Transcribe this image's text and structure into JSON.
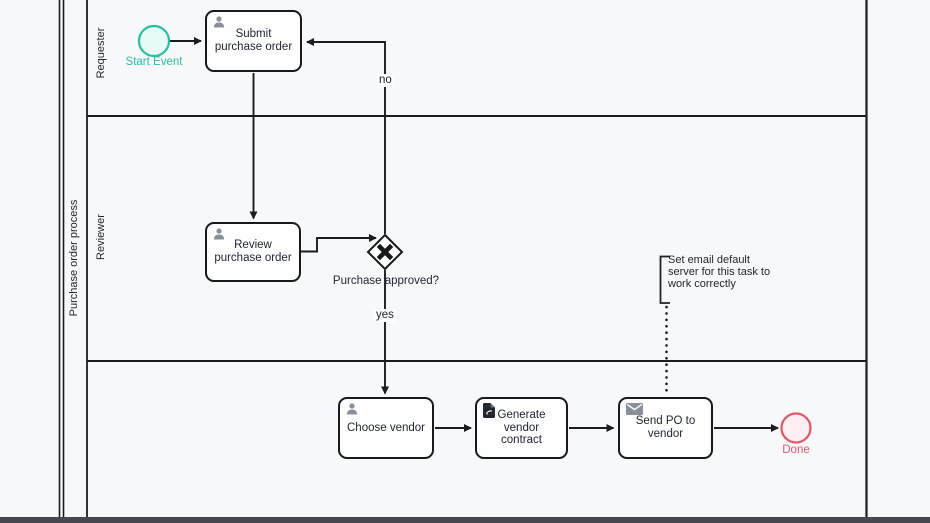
{
  "pool": {
    "label": "Purchase order process",
    "lanes": {
      "requester": "Requester",
      "reviewer": "Reviewer",
      "bottom": ""
    }
  },
  "nodes": {
    "start_event": {
      "label": "Start Event",
      "color": "#28bfa3"
    },
    "submit_task": {
      "label": "Submit\npurchase order",
      "icon": "user-icon"
    },
    "review_task": {
      "label": "Review\npurchase order",
      "icon": "user-icon"
    },
    "approval_gateway": {
      "label": "Purchase approved?",
      "type": "exclusive-gateway"
    },
    "choose_task": {
      "label": "Choose vendor",
      "icon": "user-icon"
    },
    "generate_task": {
      "label": "Generate\nvendor\ncontract",
      "icon": "document-icon"
    },
    "send_task": {
      "label": "Send PO to\nvendor",
      "icon": "envelope-icon"
    },
    "end_event": {
      "label": "Done",
      "color": "#e4566b"
    },
    "annotation": {
      "text": "Set email default\nserver for this task to\nwork correctly"
    }
  },
  "flows": {
    "no": "no",
    "yes": "yes"
  },
  "colors": {
    "line": "#1a1c1e",
    "task_text": "#202632",
    "icon_gray": "#8a9099",
    "start_stroke": "#28bfa3",
    "start_fill": "#e8faf5",
    "end_stroke": "#e4566b",
    "end_fill": "#fdeff1",
    "canvas_bg": "#f7f8f9"
  }
}
